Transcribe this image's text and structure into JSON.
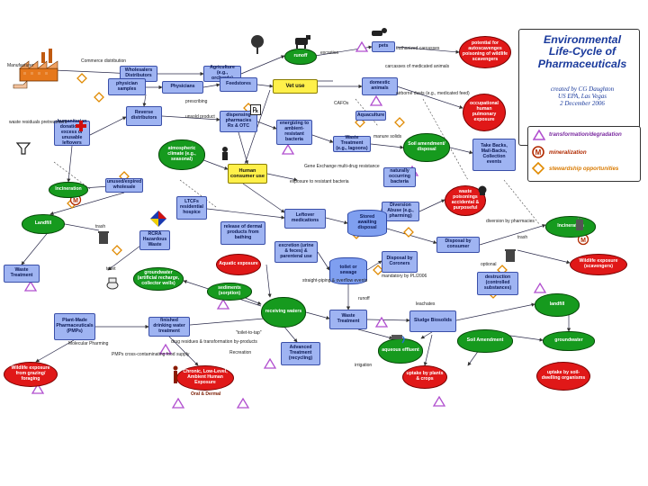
{
  "title": "Environmental Life-Cycle of Pharmaceuticals",
  "byline": [
    "created by CG Daughton",
    "US EPA, Las Vegas",
    "2 December 2006"
  ],
  "legend": [
    {
      "label": "transformation/degradation",
      "color": "#7a2aa0"
    },
    {
      "label": "mineralization",
      "color": "#b12a00"
    },
    {
      "label": "stewardship opportunities",
      "color": "#d97a00"
    }
  ],
  "nodes": {
    "manufacturer": "Manufacturer",
    "wholesale": "Wholesalers Distributors",
    "agriculture": "Agriculture (e.g., orchards)",
    "runoff_top": "runoff",
    "pets": "pets",
    "potential_autoscav": "potential for autoscavenges poisoning of wildlife scavengers",
    "physician_samples": "physician samples",
    "physicians": "Physicians",
    "feedstores": "Feedstores",
    "vet_use": "Vet use",
    "domestic_animals": "domestic animals",
    "humanitarian": "humanitarian donations: excess or unusable leftovers",
    "reverse_dist": "Reverse distributors",
    "dispensing": "dispensing pharmacies Rx & OTC",
    "energizing": "energizing to ambient-resistant bacteria",
    "waste_treatment_top": "Waste Treatment (e.g., lagoons)",
    "aquaculture": "Aquaculture",
    "soil_amend_top": "Soil amendment/ disposal",
    "take_backs": "Take Backs, Mail-Backs, Collection events",
    "occupational": "occupational human pulmonary exposure",
    "atmospheric": "atmospheric climate (e.g., seasonal)",
    "human_consumer": "Human consumer use",
    "naturally_occ": "naturally occurring bacteria",
    "unused": "unused/expired wholesale",
    "incineration_left": "Incineration",
    "landfill_left": "Landfill",
    "trash": "trash",
    "ltcfs": "LTCFs residential hospice",
    "rcra": "RCRA Hazardous Waste",
    "release_dermal": "release of dermal products from bathing",
    "leftover": "Leftover medications",
    "stored": "Stored awaiting disposal",
    "diversion": "Diversion Abuse (e.g., pharming)",
    "waste_poison": "waste poisonings accidental & purposeful",
    "incineration_right": "Incineration",
    "excretion": "excretion (urine & feces) & parenteral use",
    "toilet_sewage": "toilet or sewage",
    "disposal_coroners": "Disposal by Coroners",
    "disposal_consumer": "Disposal by consumer",
    "wildlife_scav": "Wildlife exposure (scavengers)",
    "waste_treatment_left": "Waste Treatment",
    "toilet_left": "toilet",
    "aquatic_exposure": "Aquatic exposure",
    "groundwater_left": "groundwater (artificial recharge, collector wells)",
    "sediments": "sediments (sorption)",
    "receiving": "receiving waters",
    "waste_treatment_mid": "Waste Treatment",
    "sludge": "Sludge Biosolids",
    "landfill_right": "landfill",
    "pmps": "Plant-Made Pharmaceuticals (PMPs)",
    "finished_water": "finished drinking water treatment",
    "advanced": "Advanced Treatment (recycling)",
    "aqueous": "aqueous effluent",
    "soil_amend_bottom": "Soil Amendment",
    "groundwater_right": "groundwater",
    "wildlife_grazing": "Wildlife exposure from grazing/ foraging",
    "chronic": "Chronic, Low-Level, Ambient Human Exposure",
    "uptake_plants": "uptake by plants & crops",
    "uptake_soil": "uptake by soil-dwelling organisms",
    "excretion_small": "excretion",
    "euthanized": "euthanized carcasses",
    "carcasses": "carcasses of medicated animals",
    "airborne": "airborne dusts (e.g., medicated feed)",
    "cafos": "CAFOs",
    "manure": "manure solids",
    "commerce": "Commerce distribution",
    "prescribing": "prescribing",
    "unsold": "unsold product",
    "waste_residuals": "waste residuals pretreatment",
    "gene_exchange": "Gene Exchange multi-drug resistance",
    "exposure_resistant": "exposure to resistant bacteria",
    "straight_piping": "straight-piping & overflow events",
    "runoff_mid": "runoff",
    "leachates": "leachates",
    "drug_residues": "drug residues & transformation by-products",
    "toilet_to_tap": "\"toilet-to-tap\"",
    "recreation": "Recreation",
    "molecular": "Molecular Pharming",
    "pmps_cross": "PMPs cross-contaminating food supply",
    "irrigation": "irrigation",
    "oral_dermal": "Oral & Dermal",
    "optional": "optional",
    "trash_right": "trash",
    "diversion_by": "diversion by pharmacies",
    "destruction": "destruction (controlled substances)",
    "mandatory": "mandatory by PL/2006"
  }
}
